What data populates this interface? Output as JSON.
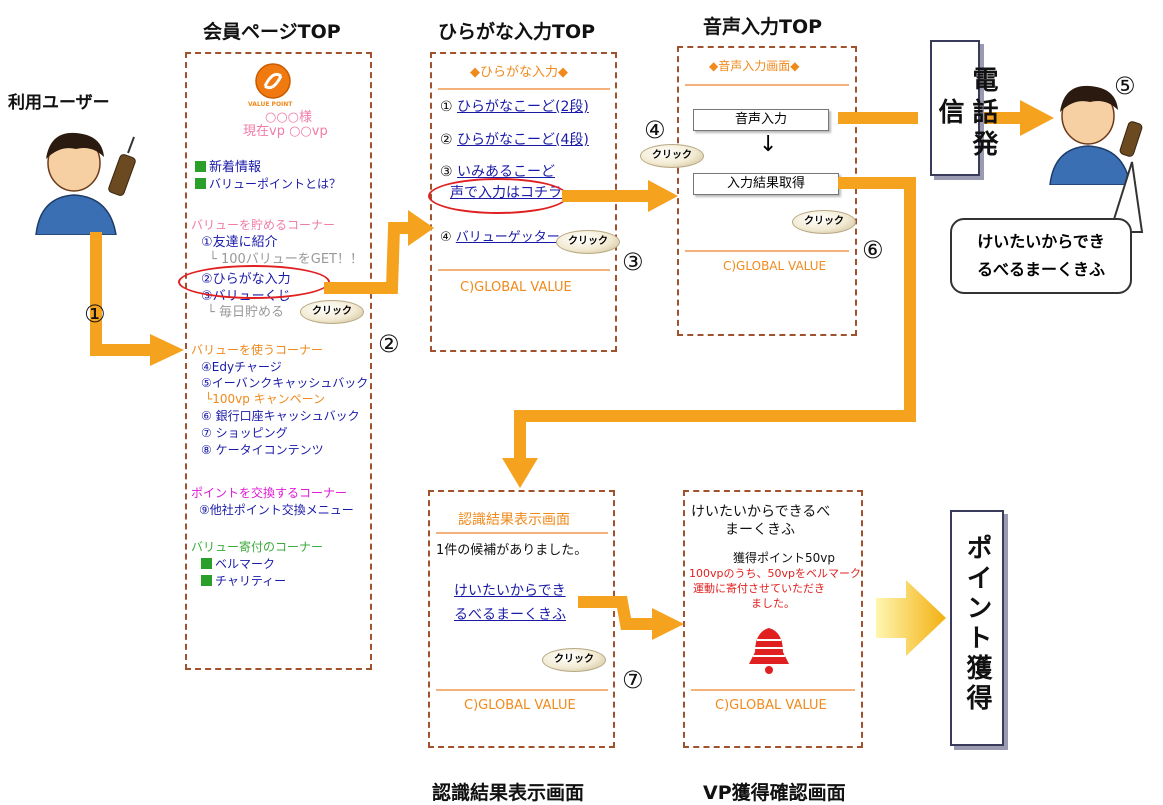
{
  "titles": {
    "member_top": "会員ページTOP",
    "hiragana_top": "ひらがな入力TOP",
    "voice_top": "音声入力TOP",
    "result_screen": "認識結果表示画面",
    "vp_confirm": "VP獲得確認画面"
  },
  "user": {
    "label": "利用ユーザー"
  },
  "steps": [
    "①",
    "②",
    "③",
    "④",
    "⑤",
    "⑥",
    "⑦"
  ],
  "click_label": "クリック",
  "member_page": {
    "logo_text": "VALUE POINT",
    "greeting1": "○○○様",
    "greeting2": "現在vp ○○vp",
    "links_top": [
      "新着情報",
      "バリューポイントとは？"
    ],
    "section_save": "バリューを貯めるコーナー",
    "save_items": [
      "①友達に紹介",
      "└ 100バリューをGET！！",
      "②ひらがな入力",
      "③バリューくじ",
      "└ 毎日貯める"
    ],
    "section_use": "バリューを使うコーナー",
    "use_items": [
      "④Edyチャージ",
      "⑤イーバンクキャッシュバック",
      "└100vp キャンペーン",
      "⑥ 銀行口座キャッシュバック",
      "⑦ ショッピング",
      "⑧ ケータイコンテンツ"
    ],
    "section_exchange": "ポイントを交換するコーナー",
    "exchange_items": [
      "⑨他社ポイント交換メニュー"
    ],
    "section_donate": "バリュー寄付のコーナー",
    "donate_items": [
      "ベルマーク",
      "チャリティー"
    ]
  },
  "hiragana_page": {
    "header": "◆ひらがな入力◆",
    "items": [
      {
        "num": "①",
        "text": "ひらがなこーど(2段)"
      },
      {
        "num": "②",
        "text": "ひらがなこーど(4段)"
      },
      {
        "num": "③",
        "text": "いみあるこーど"
      },
      {
        "num": "",
        "text": "声で入力はコチラ"
      },
      {
        "num": "④",
        "text": "バリューゲッター"
      }
    ],
    "footer": "C)GLOBAL VALUE"
  },
  "voice_page": {
    "header": "◆音声入力画面◆",
    "voice_button": "音声入力",
    "result_button": "入力結果取得",
    "footer": "C)GLOBAL VALUE"
  },
  "phone_call": "電話発信",
  "speech_text": [
    "けいたいからでき",
    "るべるまーくきふ"
  ],
  "result_page": {
    "header": "認識結果表示画面",
    "message": "1件の候補がありました。",
    "candidate": [
      "けいたいからでき",
      "るべるまーくきふ"
    ],
    "footer": "C)GLOBAL VALUE"
  },
  "vp_page": {
    "title": [
      "けいたいからできるべ",
      "まーくきふ"
    ],
    "points": "獲得ポイント50vp",
    "message": [
      "100vpのうち、50vpをベルマーク",
      "運動に寄付させていただき",
      "ました。"
    ],
    "footer": "C)GLOBAL VALUE"
  },
  "point_acquire": "ポイント獲得",
  "colors": {
    "arrow": "#f5a21e",
    "border": "#a0522d",
    "link": "#1a1aa8",
    "highlight": "#e02020"
  }
}
